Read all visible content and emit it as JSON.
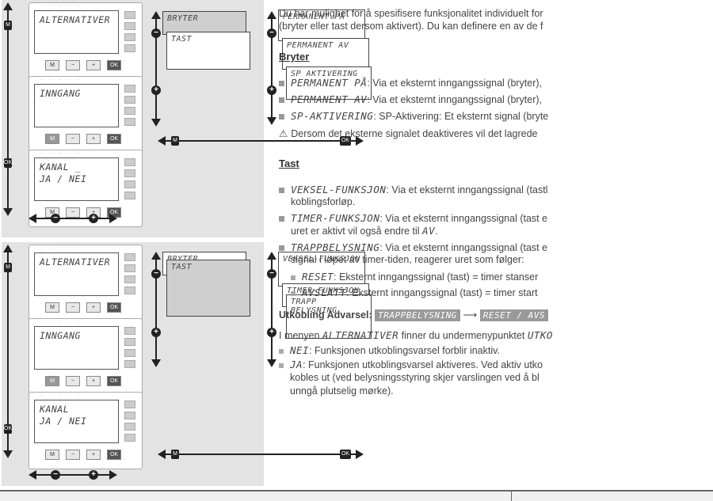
{
  "figure1": {
    "devices": [
      {
        "line1": "ALTERNATIVER",
        "line2": ""
      },
      {
        "line1": "INNGANG",
        "line2": ""
      },
      {
        "line1": "KANAL _",
        "line2": "JA / NEI"
      }
    ],
    "menu_a": [
      "BRYTER",
      "TAST"
    ],
    "menu_b": [
      "PERMANENT PÅ",
      "PERMANENT AV",
      "SP AKTIVERING"
    ]
  },
  "figure2": {
    "devices": [
      {
        "line1": "ALTERNATIVER",
        "line2": ""
      },
      {
        "line1": "INNGANG",
        "line2": ""
      },
      {
        "line1": "KANAL",
        "line2": "JA / NEI"
      }
    ],
    "menu_a": [
      "BRYTER",
      "TAST"
    ],
    "menu_b": [
      "VEKSEL-FUNKSJON",
      "TIMER-FUNKSJON",
      "TRAPP BELYSNING"
    ]
  },
  "buttons": {
    "m": "M",
    "minus": "−",
    "plus": "+",
    "ok": "OK"
  },
  "nav": {
    "m": "M",
    "ok": "OK",
    "minus": "−",
    "plus": "+"
  },
  "text": {
    "intro1": "Du har mulighet for å spesifisere funksjonalitet individuelt for",
    "intro2": "(bryter eller tast dersom aktivert). Du kan definere en av de f",
    "bryter_heading": "Bryter",
    "b1_term": "PERMANENT PÅ",
    "b1_rest": ": Via et eksternt inngangssignal (bryter),",
    "b2_term": "PERMANENT AV",
    "b2_rest": ": Via et eksternt inngangssignal (bryter),",
    "b3_term": "SP-AKTIVERING",
    "b3_rest": ": SP-Aktivering: Et eksternt signal (bryte",
    "warning": "Dersom det eksterne signalet deaktiveres vil det lagrede",
    "tast_heading": "Tast",
    "t1_term": "VEKSEL-FUNKSJON",
    "t1_rest": ": Via et eksternt inngangssignal (tastl",
    "t1_cont": "koblingsforløp.",
    "t2_term": "TIMER-FUNKSJON",
    "t2_rest": ":  Via et eksternt inngangssignal (tast e",
    "t2_cont_a": "uret er aktivt vil også endre til ",
    "t2_cont_term": "AV",
    "t2_cont_b": ".",
    "t3_term": "TRAPPBELYSNING",
    "t3_rest": ": Via et eksternt inngangssignal (tast e",
    "t3_cont": "signal i løpet av timer-tiden, reagerer uret som følger:",
    "s1_term": "RESET",
    "s1_rest": ": Eksternt inngangssignal (tast) = timer stanser",
    "s2_term": "AVSLATT",
    "s2_rest": ": Eksternt inngangssignal (tast) =  timer start",
    "adv_label": "Utkobling Advarsel:",
    "adv_chip1": "TRAPPBELYSNING",
    "adv_arrow": "⟶",
    "adv_chip2": "RESET / AVS",
    "menu_line_a": "I menyen ",
    "menu_line_term1": "ALTERNATIVER",
    "menu_line_b": " finner du undermenypunktet ",
    "menu_line_term2": "UTKO",
    "n1_term": "NEI",
    "n1_rest": ":  Funksjonen utkoblingsvarsel forblir inaktiv.",
    "n2_term": "JA",
    "n2_rest": ": Funksjonen utkoblingsvarsel aktiveres. Ved aktiv utko",
    "n2_cont1": "kobles ut (ved belysningsstyring skjer varslingen ved å bl",
    "n2_cont2": "unngå plutselig mørke)."
  }
}
